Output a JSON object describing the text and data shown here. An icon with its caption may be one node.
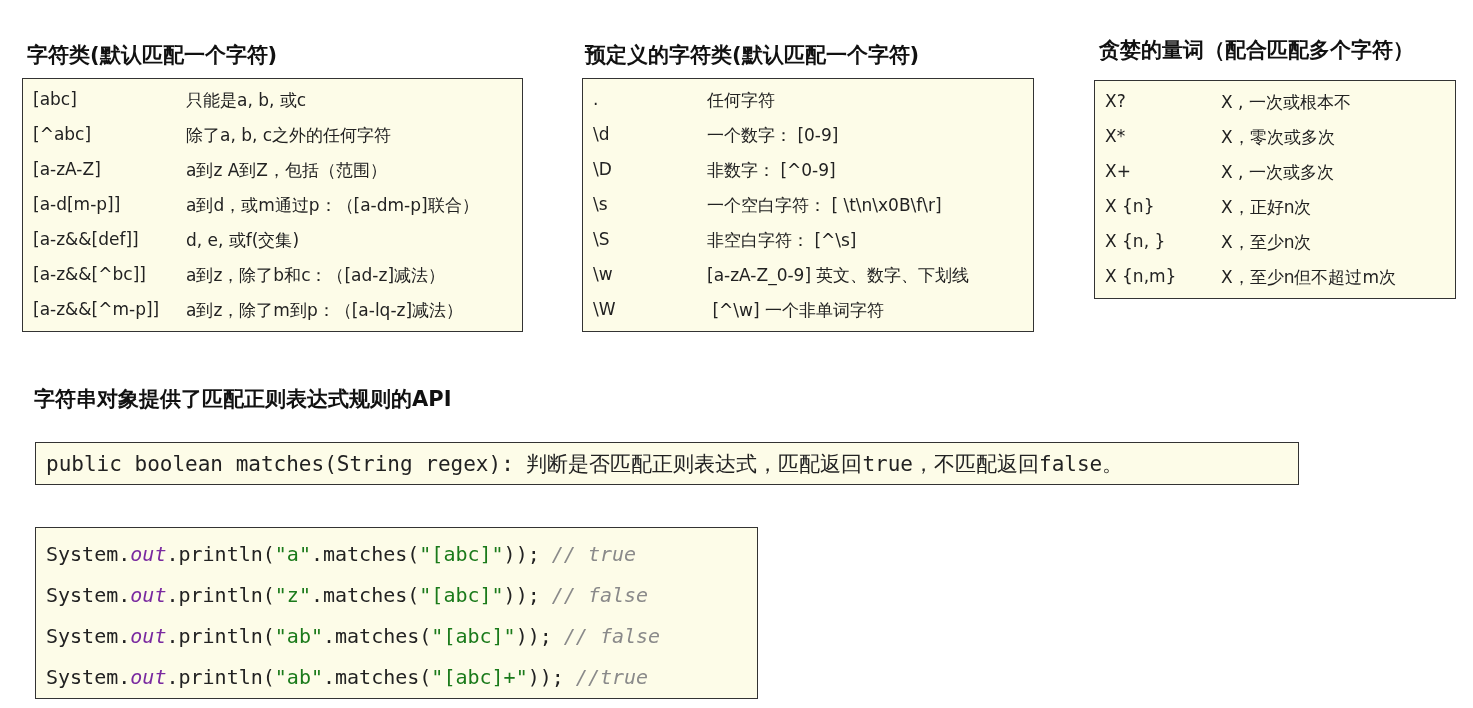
{
  "diagram": {
    "nodes": [
      {
        "text": [
          "字符类(默认匹配一个字符)",
          "[abc]",
          "只能是a, b, 或c",
          "[^abc]",
          "除了a, b, c之外的任何字符",
          "[a-zA-Z]",
          "a到z A到Z，包括（范围）",
          "[a-d[m-p]]",
          "a到d，或m通过p：（[a-dm-p]联合）",
          "[a-z&&[def]]",
          "d, e, 或f(交集)",
          "[a-z&&[^bc]]",
          "a到z，除了b和c：（[ad-z]减法）",
          "[a-z&&[^m-p]]",
          "a到z，除了m到p：（[a-lq-z]减法）"
        ]
      },
      {
        "text": [
          "预定义的字符类(默认匹配一个字符)",
          ".",
          "任何字符",
          "\\d",
          "一个数字： [0-9]",
          "\\D",
          "非数字： [^0-9]",
          "\\s",
          "一个空白字符： [ \\t\\n\\x0B\\f\\r]",
          "\\S",
          "非空白字符： [^\\s]",
          "\\w",
          "[a-zA-Z_0-9] 英文、数字、下划线",
          "\\W",
          " [^\\w] 一个非单词字符"
        ]
      },
      {
        "text": [
          "贪婪的量词（配合匹配多个字符）",
          "X?",
          "X , 一次或根本不",
          "X*",
          "X，零次或多次",
          "X+",
          "X , 一次或多次",
          "X {n}",
          "X，正好n次",
          "X {n, }",
          "X，至少n次",
          "X {n,m}",
          "X，至少n但不超过m次"
        ]
      },
      {
        "text": [
          "public boolean matches(String regex): 判断是否匹配正则表达式，匹配返回true，不匹配返回false。"
        ]
      },
      {
        "text": [
          "System.*out*.println(\"a\".matches(\"[abc]\")); // true",
          "System.*out*.println(\"z\".matches(\"[abc]\")); // false",
          "System.*out*.println(\"ab\".matches(\"[abc]\")); // false",
          "System.*out*.println(\"ab\".matches(\"[abc]+\")); //true"
        ]
      }
    ],
    "edges": [],
    "labels": [
      "字符串对象提供了匹配正则表达式规则的API"
    ]
  }
}
